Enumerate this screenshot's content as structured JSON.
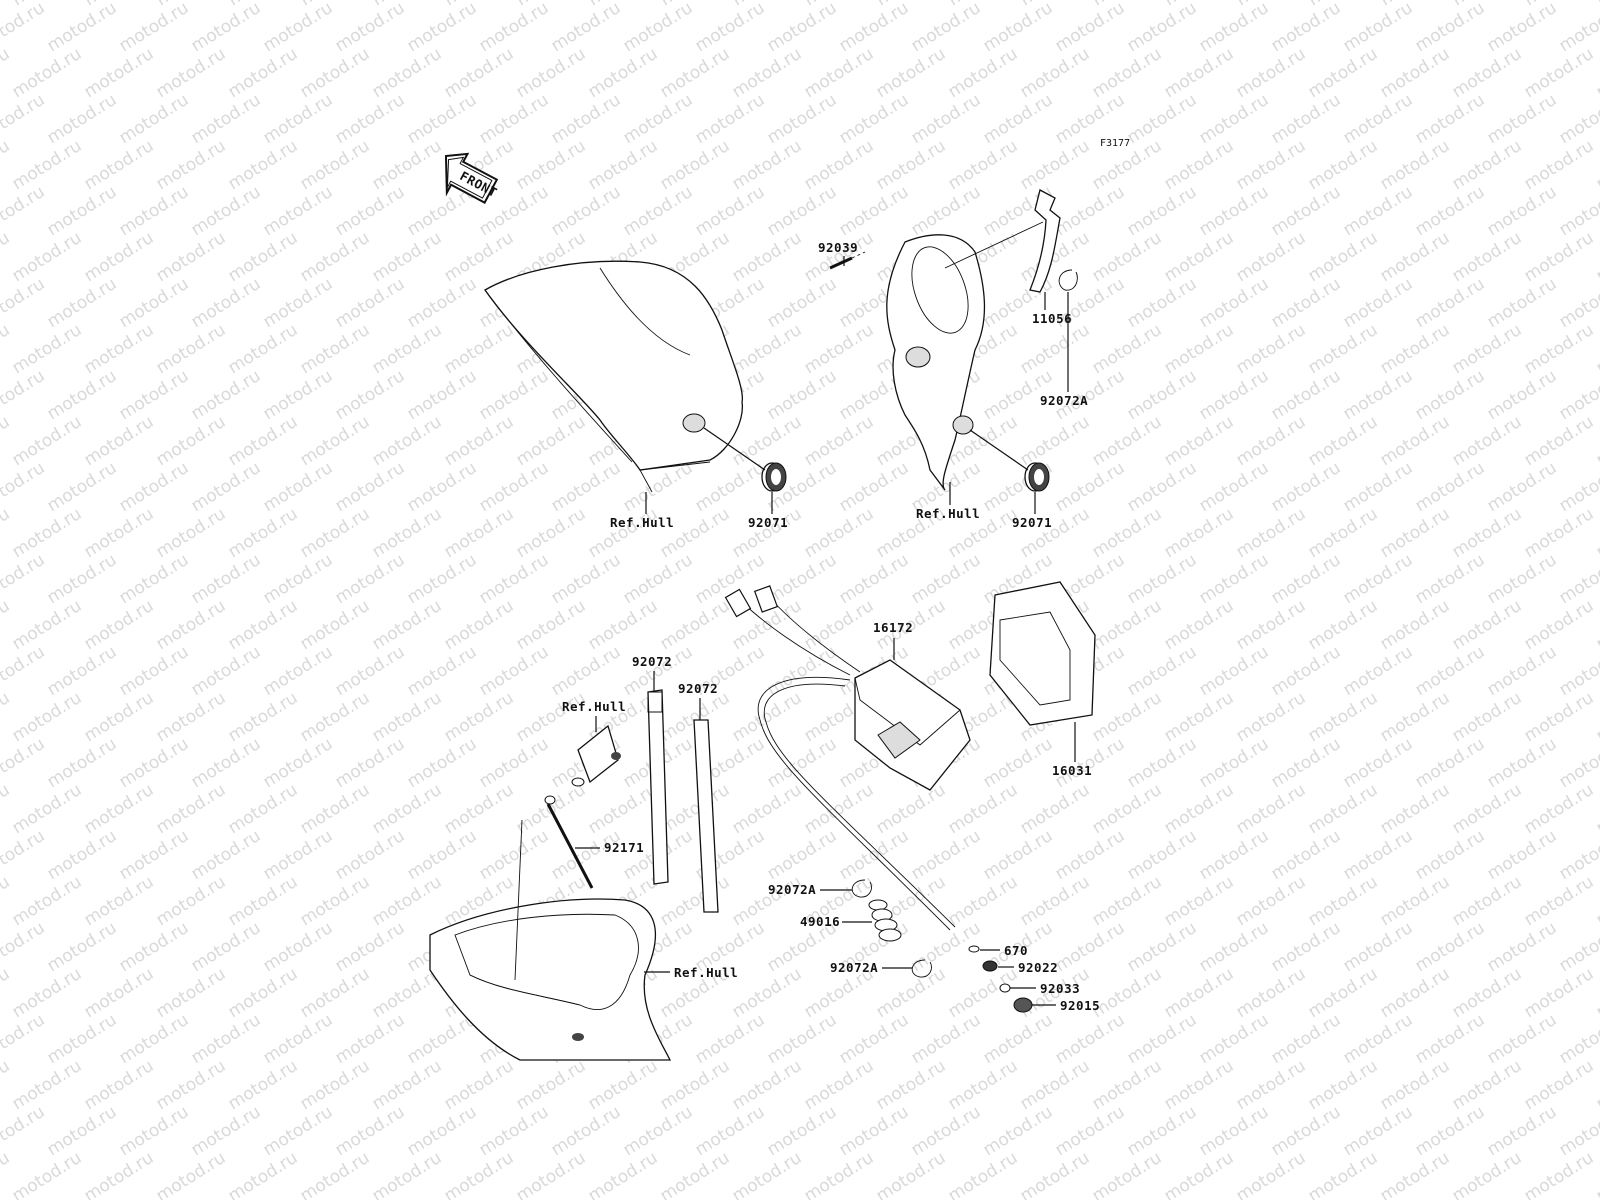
{
  "figure_code": "F3177",
  "watermark_text": "motod.ru",
  "arrow_label": "FRONT",
  "callouts": [
    {
      "id": "92039",
      "text": "92039"
    },
    {
      "id": "11056",
      "text": "11056"
    },
    {
      "id": "92072A_top",
      "text": "92072A"
    },
    {
      "id": "refhull_left",
      "text": "Ref.Hull"
    },
    {
      "id": "92071_left",
      "text": "92071"
    },
    {
      "id": "refhull_mid",
      "text": "Ref.Hull"
    },
    {
      "id": "92071_right",
      "text": "92071"
    },
    {
      "id": "16172",
      "text": "16172"
    },
    {
      "id": "16031",
      "text": "16031"
    },
    {
      "id": "92072_a",
      "text": "92072"
    },
    {
      "id": "92072_b",
      "text": "92072"
    },
    {
      "id": "refhull_small",
      "text": "Ref.Hull"
    },
    {
      "id": "92171",
      "text": "92171"
    },
    {
      "id": "refhull_bottom",
      "text": "Ref.Hull"
    },
    {
      "id": "92072A_mid",
      "text": "92072A"
    },
    {
      "id": "49016",
      "text": "49016"
    },
    {
      "id": "92072A_low",
      "text": "92072A"
    },
    {
      "id": "670",
      "text": "670"
    },
    {
      "id": "92022",
      "text": "92022"
    },
    {
      "id": "92033",
      "text": "92033"
    },
    {
      "id": "92015",
      "text": "92015"
    }
  ]
}
